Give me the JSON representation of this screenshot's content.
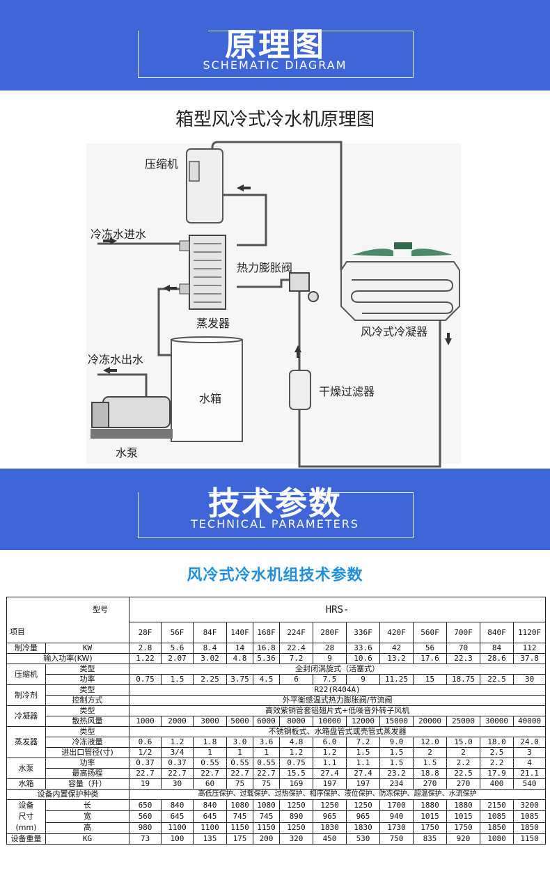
{
  "banner1": {
    "title": "原理图",
    "subtitle": "SCHEMATIC DIAGRAM"
  },
  "diagram": {
    "title": "箱型风冷式冷水机原理图",
    "labels": {
      "compressor": "压缩机",
      "water_in": "冷冻水进水",
      "expansion_valve": "热力膨胀阀",
      "evaporator": "蒸发器",
      "condenser": "风冷式冷凝器",
      "water_out": "冷冻水出水",
      "tank": "水箱",
      "filter": "干燥过滤器",
      "pump": "水泵"
    }
  },
  "banner2": {
    "title": "技术参数",
    "subtitle": "TECHNICAL PARAMETERS"
  },
  "table_title": "风冷式冷水机组技术参数",
  "table": {
    "hdr_model": "型号",
    "hdr_item": "项目",
    "series": "HRS-",
    "models": [
      "28F",
      "56F",
      "84F",
      "140F",
      "168F",
      "224F",
      "280F",
      "336F",
      "420F",
      "560F",
      "700F",
      "840F",
      "1120F"
    ],
    "cooling": {
      "label": "制冷量",
      "unit": "KW",
      "values": [
        "2.8",
        "5.6",
        "8.4",
        "14",
        "16.8",
        "22.4",
        "28",
        "33.6",
        "42",
        "56",
        "70",
        "84",
        "112"
      ]
    },
    "input_power": {
      "label": "输入功率(KW)",
      "values": [
        "1.22",
        "2.07",
        "3.02",
        "4.8",
        "5.36",
        "7.2",
        "9",
        "10.6",
        "13.2",
        "17.6",
        "22.3",
        "28.6",
        "37.8"
      ]
    },
    "compressor": {
      "label": "压缩机",
      "type_label": "类型",
      "type_value": "全封闭涡旋式（活塞式）",
      "power_label": "功率",
      "power_values": [
        "0.75",
        "1.5",
        "2.25",
        "3.75",
        "4.5",
        "6",
        "7.5",
        "9",
        "11.25",
        "15",
        "18.75",
        "22.5",
        "30"
      ]
    },
    "refrigerant": {
      "label": "制冷剂",
      "type_label": "类型",
      "type_value": "R22(R404A)",
      "control_label": "控制方式",
      "control_value": "外平衡感温式热力膨胀阀/节流阀"
    },
    "condenser": {
      "label": "冷凝器",
      "type_label": "类型",
      "type_value": "高效紫铜管套铝翅片式+低噪音外转子风机",
      "air_label": "散热风量",
      "air_values": [
        "1000",
        "2000",
        "3000",
        "5000",
        "6000",
        "8000",
        "10000",
        "12000",
        "15000",
        "20000",
        "25000",
        "30000",
        "40000"
      ]
    },
    "evaporator": {
      "label": "蒸发器",
      "type_label": "类型",
      "type_value": "不锈钢板式、水箱盘管式或壳管式蒸发器",
      "flow_label": "冷冻液量",
      "flow_values": [
        "0.6",
        "1.2",
        "1.8",
        "3.0",
        "3.6",
        "4.8",
        "6.0",
        "7.2",
        "9.0",
        "12.0",
        "15.0",
        "18.0",
        "24.0"
      ],
      "pipe_label": "进出口管径(寸)",
      "pipe_values": [
        "1/2",
        "3/4",
        "1",
        "1",
        "1",
        "1.2",
        "1.2",
        "1.5",
        "1.5",
        "2",
        "2",
        "2.5",
        "3"
      ]
    },
    "pump": {
      "label": "水泵",
      "power_label": "功率",
      "power_values": [
        "0.37",
        "0.37",
        "0.55",
        "0.55",
        "0.55",
        "0.75",
        "1.1",
        "1.1",
        "1.5",
        "1.5",
        "2.2",
        "2.2",
        "4"
      ],
      "head_label": "最高扬程",
      "head_values": [
        "22.7",
        "22.7",
        "22.7",
        "22.7",
        "22.7",
        "15.5",
        "27.4",
        "27.4",
        "23.2",
        "18.8",
        "22.5",
        "17.9",
        "21.1"
      ]
    },
    "tank": {
      "label": "水箱",
      "cap_label": "容量（升）",
      "values": [
        "19",
        "30",
        "60",
        "75",
        "75",
        "169",
        "197",
        "197",
        "234",
        "270",
        "270",
        "400",
        "540"
      ]
    },
    "protection": {
      "label": "设备内置保护种类",
      "value": "高低压保护、过载保护、过热保护、相序保护、液位保护、防冻保护、超温保护、水流保护"
    },
    "dims": {
      "label_1": "设备",
      "label_2": "尺寸",
      "label_3": "(mm)",
      "len_label": "长",
      "wid_label": "宽",
      "hei_label": "高",
      "len_values": [
        "650",
        "840",
        "840",
        "1080",
        "1080",
        "1250",
        "1250",
        "1250",
        "1700",
        "1880",
        "1880",
        "2150",
        "3200"
      ],
      "wid_values": [
        "560",
        "645",
        "645",
        "745",
        "745",
        "890",
        "965",
        "965",
        "940",
        "1015",
        "1015",
        "1085",
        "1085"
      ],
      "hei_values": [
        "980",
        "1100",
        "1100",
        "1150",
        "1150",
        "1250",
        "1830",
        "1830",
        "1730",
        "1750",
        "1750",
        "1850",
        "1850"
      ]
    },
    "weight": {
      "label": "设备重量",
      "unit": "KG",
      "values": [
        "73",
        "100",
        "135",
        "175",
        "200",
        "320",
        "450",
        "530",
        "750",
        "835",
        "920",
        "1080",
        "1150"
      ]
    }
  }
}
